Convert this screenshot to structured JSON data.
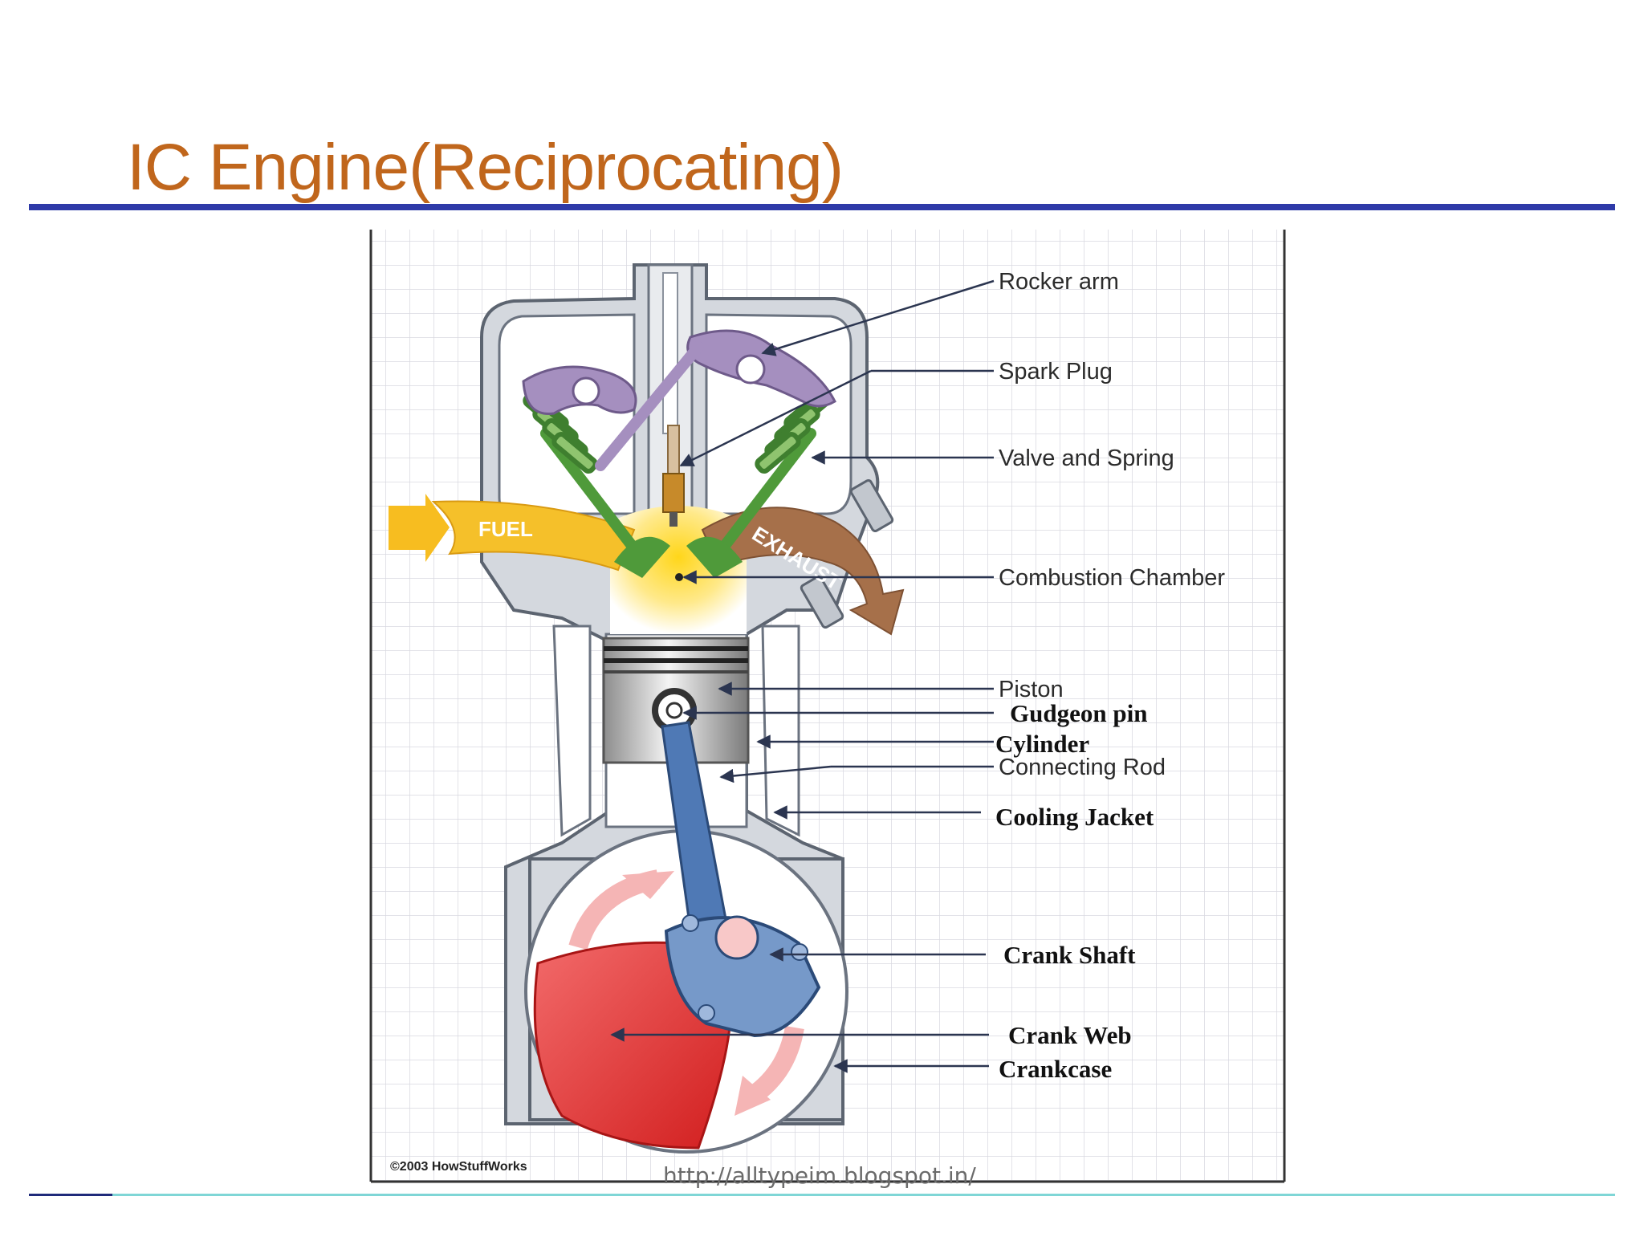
{
  "title": "IC Engine(Reciprocating)",
  "footer_url": "http://alltypeim.blogspot.in/",
  "diagram": {
    "copyright": "©2003 HowStuffWorks",
    "flow_labels": {
      "fuel": "FUEL",
      "exhaust": "EXHAUST"
    },
    "labels": {
      "rocker_arm": "Rocker arm",
      "spark_plug": "Spark Plug",
      "valve_and_spring": "Valve and Spring",
      "combustion_chamber": "Combustion Chamber",
      "piston": "Piston",
      "gudgeon_pin": "Gudgeon pin",
      "cylinder": "Cylinder",
      "connecting_rod": "Connecting Rod",
      "cooling_jacket": "Cooling Jacket",
      "crank_shaft": "Crank Shaft",
      "crank_web": "Crank Web",
      "crankcase": "Crankcase"
    }
  },
  "colors": {
    "title": "#c0661c",
    "title_rule": "#2e3aa8",
    "fuel": "#f5c02a",
    "exhaust": "#a6704a",
    "rocker": "#9f8ab8",
    "spring": "#6aa84f",
    "crank_web": "#e23a3a",
    "conrod": "#4a72b0"
  }
}
